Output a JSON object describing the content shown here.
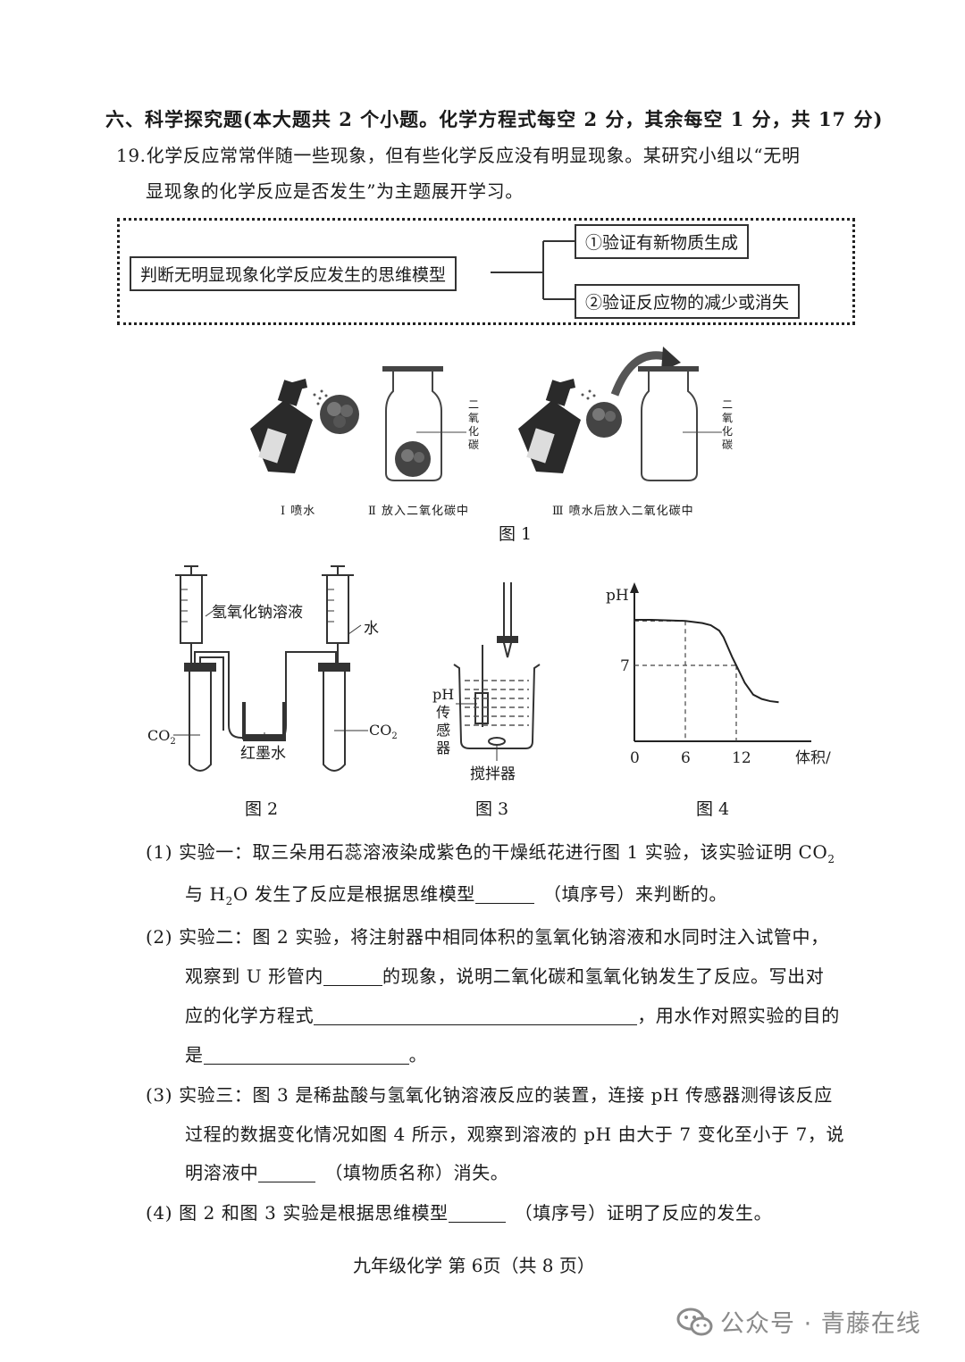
{
  "section": {
    "title": "六、科学探究题(本大题共 2 个小题。化学方程式每空 2 分，其余每空 1 分，共 17 分)"
  },
  "question": {
    "number": "19.",
    "intro_line1": "化学反应常常伴随一些现象，但有些化学反应没有明显现象。某研究小组以“无明",
    "intro_line2": "显现象的化学反应是否发生”为主题展开学习。"
  },
  "flowchart": {
    "main": "判断无明显现象化学反应发生的思维模型",
    "option1": "①验证有新物质生成",
    "option2": "②验证反应物的减少或消失"
  },
  "figure1": {
    "jar_label": "二氧化碳",
    "sub1": "Ⅰ 喷水",
    "sub2": "Ⅱ 放入二氧化碳中",
    "sub3": "Ⅲ 喷水后放入二氧化碳中",
    "caption": "图 1"
  },
  "figure2": {
    "naoh_label": "氢氧化钠溶液",
    "water_label": "水",
    "co2_left": "CO",
    "co2_right": "CO",
    "sub_2": "2",
    "ink_label": "红墨水",
    "caption": "图 2"
  },
  "figure3": {
    "sensor_label": [
      "pH",
      "传",
      "感",
      "器"
    ],
    "stirrer_label": "搅拌器",
    "caption": "图 3"
  },
  "chart_data": {
    "type": "line",
    "ylabel": "pH",
    "xlabel": "体积/ml",
    "x_ticks": [
      0,
      6,
      12
    ],
    "y_ticks": [
      7
    ],
    "xlim": [
      0,
      20
    ],
    "ylim": [
      0,
      14
    ],
    "series": [
      {
        "x": [
          0,
          2,
          4,
          6,
          8,
          9,
          10,
          10.5,
          11,
          11.5,
          12,
          12.5,
          13,
          14,
          15,
          16,
          17
        ],
        "y": [
          11.2,
          11.2,
          11.15,
          11.1,
          10.9,
          10.7,
          10.2,
          9.6,
          8.7,
          7.8,
          7.0,
          6.2,
          5.4,
          4.3,
          3.9,
          3.7,
          3.6
        ]
      }
    ],
    "reference_points": [
      [
        6,
        11.1
      ],
      [
        12,
        7
      ]
    ],
    "caption": "图 4"
  },
  "items": {
    "q1_line1": "(1) 实验一：取三朵用石蕊溶液染成紫色的干燥纸花进行图 1 实验，该实验证明 CO",
    "q1_line1_sub": "2",
    "q1_line2_a": "与 H",
    "q1_line2_sub": "2",
    "q1_line2_b": "O 发生了反应是根据思维模型",
    "q1_line2_c": "（填序号）来判断的。",
    "q2_line1": "(2) 实验二：图 2 实验，将注射器中相同体积的氢氧化钠溶液和水同时注入试管中，",
    "q2_line2_a": "观察到 U 形管内",
    "q2_line2_b": "的现象，说明二氧化碳和氢氧化钠发生了反应。写出对",
    "q2_line3_a": "应的化学方程式",
    "q2_line3_b": "，用水作对照实验的目的",
    "q2_line4_a": "是",
    "q2_line4_b": "。",
    "q3_line1": "(3) 实验三：图 3 是稀盐酸与氢氧化钠溶液反应的装置，连接 pH 传感器测得该反应",
    "q3_line2": "过程的数据变化情况如图 4 所示，观察到溶液的 pH 由大于 7 变化至小于 7，说",
    "q3_line3_a": "明溶液中",
    "q3_line3_b": "（填物质名称）消失。",
    "q4_line1_a": "(4) 图 2 和图 3 实验是根据思维模型",
    "q4_line1_b": "（填序号）证明了反应的发生。"
  },
  "footer": "九年级化学  第 6页（共 8 页）",
  "watermark": "公众号 · 青藤在线"
}
